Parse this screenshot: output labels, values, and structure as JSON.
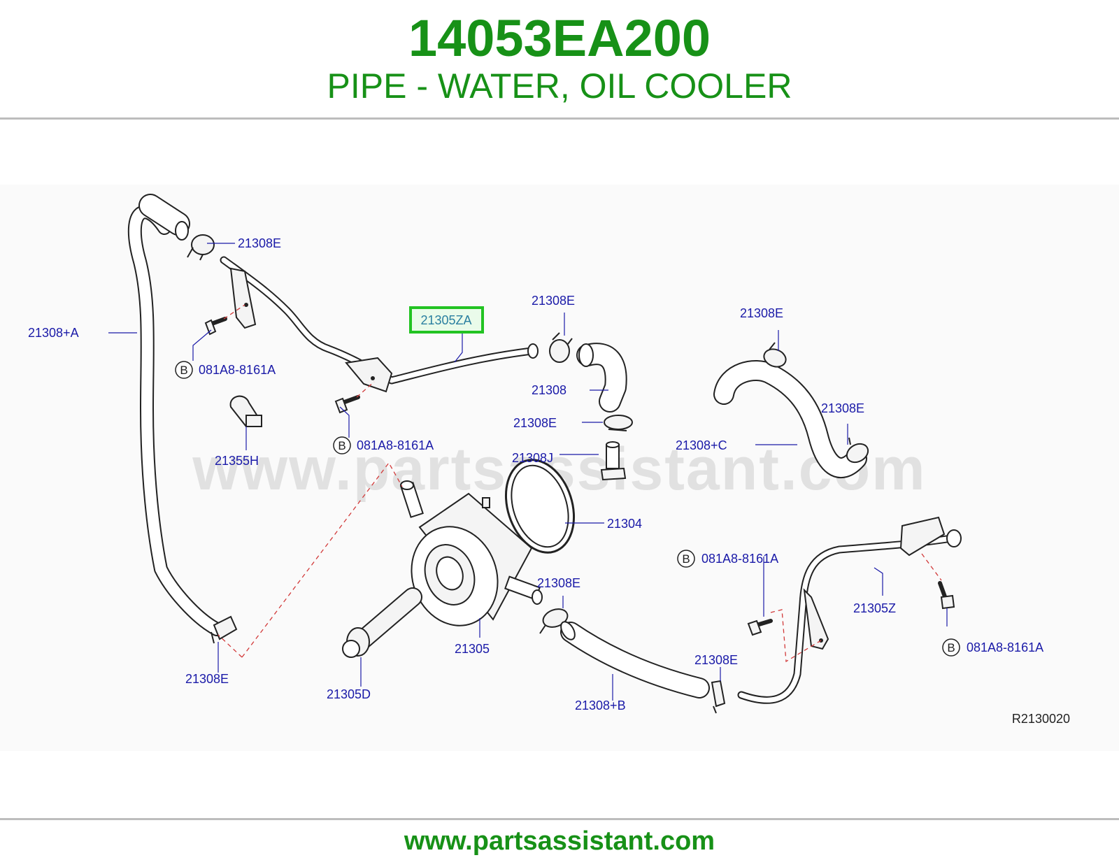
{
  "header": {
    "part_number": "14053EA200",
    "part_name": "PIPE - WATER, OIL COOLER"
  },
  "watermark": "www.partsassistant.com",
  "footer": {
    "url": "www.partsassistant.com"
  },
  "diagram": {
    "ref_code": "R2130020",
    "bolt_callout_letter": "B",
    "labels": {
      "hose_clamp_top": "21308E",
      "hose_a": "21308+A",
      "bolt_left": "081A8-8161A",
      "pipe_highlight": "21305ZA",
      "clamp_upper_mid": "21308E",
      "hose_elbow": "21308",
      "clamp_right_top": "21308E",
      "clamp_right_mid": "21308E",
      "hose_c": "21308+C",
      "clamp_mid": "21308E",
      "connector_j": "21308J",
      "bolt_mid": "081A8-8161A",
      "clip_h": "21355H",
      "oring": "21304",
      "bolt_right_a": "081A8-8161A",
      "clamp_lower_mid": "21308E",
      "pipe_z": "21305Z",
      "bolt_right_b": "081A8-8161A",
      "oil_cooler": "21305",
      "bolt_d": "21305D",
      "clamp_bottom_left": "21308E",
      "clamp_bottom_right": "21308E",
      "hose_b": "21308+B"
    }
  },
  "colors": {
    "brand_green": "#179117",
    "label_blue": "#1a1aa8",
    "highlight_border": "#22c322",
    "dash_red": "#d23a3a"
  }
}
